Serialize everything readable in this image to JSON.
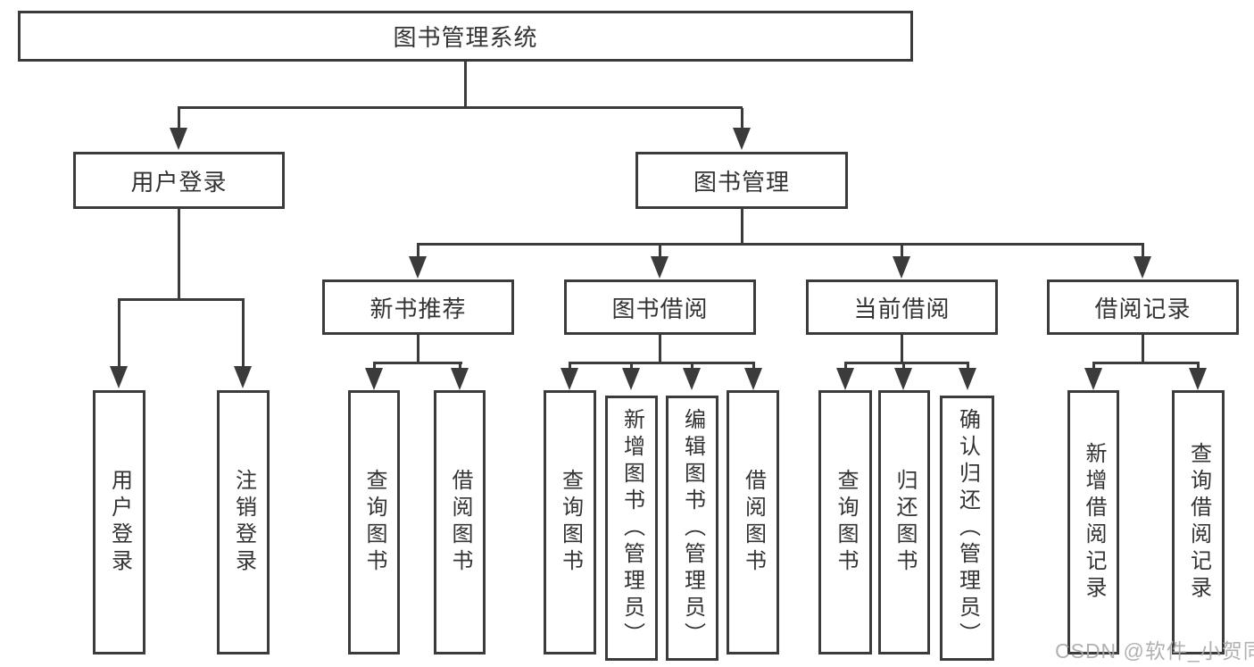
{
  "page": {
    "background_color": "#ffffff",
    "line_color": "#3b3b3b",
    "text_color": "#333333"
  },
  "watermark": {
    "text": "CSDN @软件_小贺同学",
    "color": "#a9a9a9"
  },
  "diagram": {
    "type": "hierarchy-tree",
    "root": {
      "label": "图书管理系统"
    },
    "level2": {
      "user_login": {
        "label": "用户登录"
      },
      "book_management": {
        "label": "图书管理"
      }
    },
    "level3": {
      "new_book_recommend": {
        "label": "新书推荐"
      },
      "book_borrow": {
        "label": "图书借阅"
      },
      "current_borrow": {
        "label": "当前借阅"
      },
      "borrow_records": {
        "label": "借阅记录"
      }
    },
    "leaves": {
      "user_login": [
        "用户登录",
        "注销登录"
      ],
      "new_book_recommend": [
        "查询图书",
        "借阅图书"
      ],
      "book_borrow": [
        "查询图书",
        "新增图书（管理员）",
        "编辑图书（管理员）",
        "借阅图书"
      ],
      "current_borrow": [
        "查询图书",
        "归还图书",
        "确认归还（管理员）"
      ],
      "borrow_records": [
        "新增借阅记录",
        "查询借阅记录"
      ]
    }
  }
}
